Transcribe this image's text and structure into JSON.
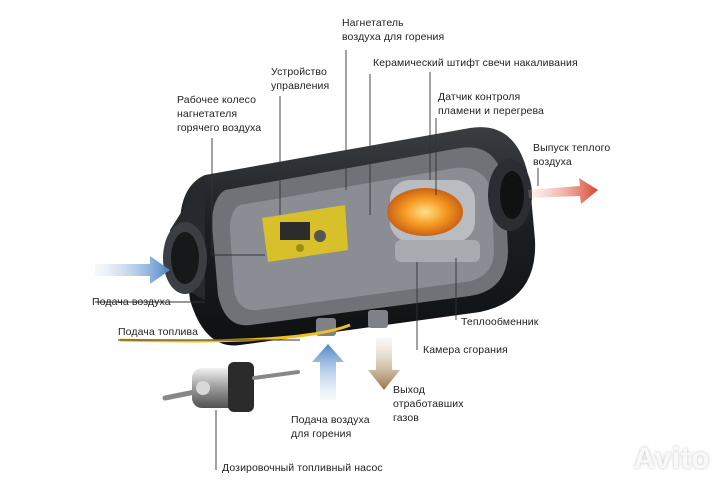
{
  "labels": {
    "blower_combustion_air": "Нагнетатель\nвоздуха для горения",
    "control_unit": "Устройство\nуправления",
    "impeller_hot_air": "Рабочее колесо\nнагнетателя\nгорячего воздуха",
    "ceramic_glow_pin": "Керамический штифт свечи накаливания",
    "flame_overheat_sensor": "Датчик контроля\nпламени и перегрева",
    "warm_air_outlet": "Выпуск теплого\nвоздуха",
    "air_inlet": "Подача воздуха",
    "fuel_supply": "Подача топлива",
    "heat_exchanger": "Теплообменник",
    "combustion_chamber": "Камера сгорания",
    "exhaust_outlet": "Выход\nотработавших\nгазов",
    "combustion_air_supply": "Подача воздуха\nдля горения",
    "dosing_fuel_pump": "Дозировочный топливный насос"
  },
  "watermark": "Avito",
  "colors": {
    "body_dark": "#1e2124",
    "inlet_arrow": "#5b8fc7",
    "outlet_arrow": "#d9533c",
    "exhaust_arrow": "#a37a4c",
    "flame": "#f08a1c",
    "control_board": "#d8c02a",
    "leader_line": "#333333"
  }
}
